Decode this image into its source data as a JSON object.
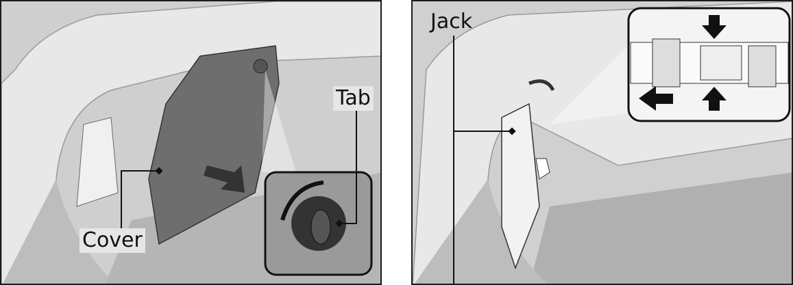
{
  "left_panel": {
    "labels": {
      "cover": "Cover",
      "tab": "Tab"
    }
  },
  "right_panel": {
    "labels": {
      "jack": "Jack"
    }
  },
  "colors": {
    "background": "#d4d4d4",
    "cover": "#6e6e6e",
    "outline": "#1a1a1a"
  }
}
